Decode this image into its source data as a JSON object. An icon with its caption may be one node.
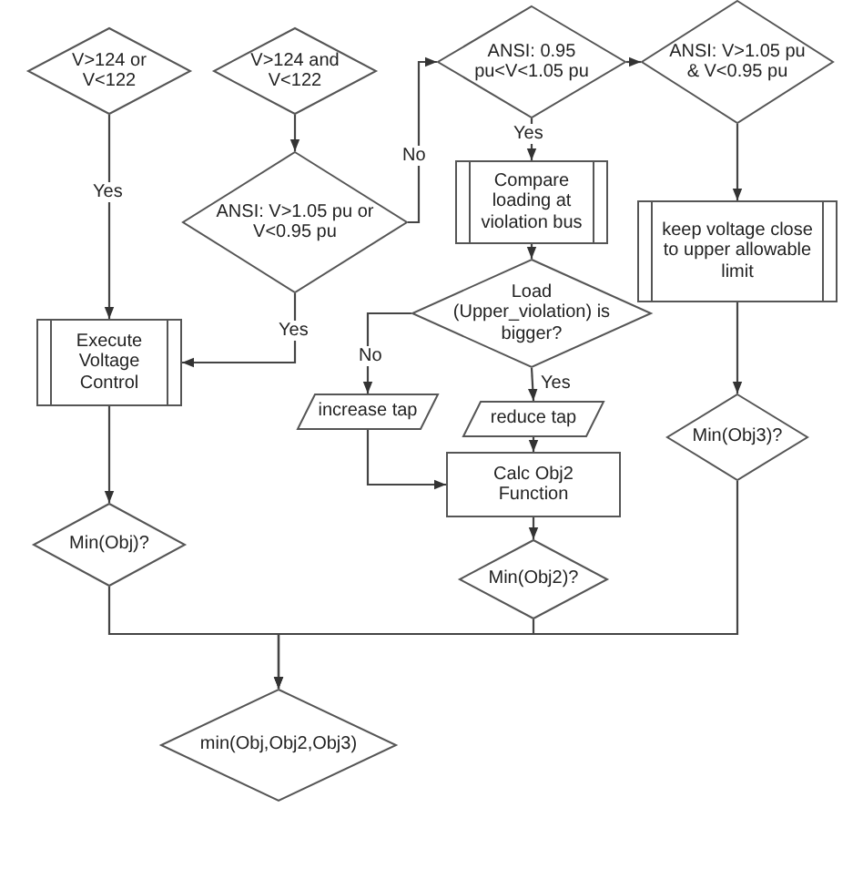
{
  "diagram": {
    "nodes": [
      {
        "text": [
          "V>124 or V<122"
        ]
      },
      {
        "text": [
          "V>124 and V<122"
        ]
      },
      {
        "text": [
          "ANSI: V>1.05 pu or V<0.95 pu"
        ]
      },
      {
        "text": [
          "ANSI: 0.95 pu<V<1.05 pu"
        ]
      },
      {
        "text": [
          "ANSI: V>1.05 pu & V<0.95 pu"
        ]
      },
      {
        "text": [
          "Compare loading at violation bus"
        ]
      },
      {
        "text": [
          "keep voltage close to upper allowable limit"
        ]
      },
      {
        "text": [
          "Load (Upper_violation) is bigger?"
        ]
      },
      {
        "text": [
          "Execute Voltage Control"
        ]
      },
      {
        "text": [
          "increase tap"
        ]
      },
      {
        "text": [
          "reduce tap"
        ]
      },
      {
        "text": [
          "Calc Obj2 Function"
        ]
      },
      {
        "text": [
          "Min(Obj3)?"
        ]
      },
      {
        "text": [
          "Min(Obj)?"
        ]
      },
      {
        "text": [
          "Min(Obj2)?"
        ]
      },
      {
        "text": [
          "min(Obj,Obj2,Obj3)"
        ]
      }
    ],
    "edges": [
      {
        "from": 0,
        "to": 8,
        "arrow": "to",
        "label": "Yes"
      },
      {
        "from": 1,
        "to": 2,
        "arrow": "to"
      },
      {
        "from": 2,
        "to": 8,
        "arrow": "to",
        "label": "Yes"
      },
      {
        "from": 2,
        "to": 3,
        "arrow": "to",
        "label": "No"
      },
      {
        "from": 3,
        "to": 4,
        "arrow": "to"
      },
      {
        "from": 3,
        "to": 5,
        "arrow": "to",
        "label": "Yes"
      },
      {
        "from": 4,
        "to": 6,
        "arrow": "to"
      },
      {
        "from": 5,
        "to": 7,
        "arrow": "to"
      },
      {
        "from": 7,
        "to": 9,
        "arrow": "to",
        "label": "No"
      },
      {
        "from": 7,
        "to": 10,
        "arrow": "to",
        "label": "Yes"
      },
      {
        "from": 10,
        "to": 11,
        "arrow": "to"
      },
      {
        "from": 9,
        "to": 11,
        "arrow": "to"
      },
      {
        "from": 6,
        "to": 12,
        "arrow": "to"
      },
      {
        "from": 8,
        "to": 13,
        "arrow": "to"
      },
      {
        "from": 11,
        "to": 14,
        "arrow": "to"
      },
      {
        "from": 13,
        "to": 15,
        "arrow": "to"
      },
      {
        "from": 14,
        "to": 15,
        "arrow": "to"
      },
      {
        "from": 12,
        "to": 15,
        "arrow": "to"
      }
    ]
  }
}
